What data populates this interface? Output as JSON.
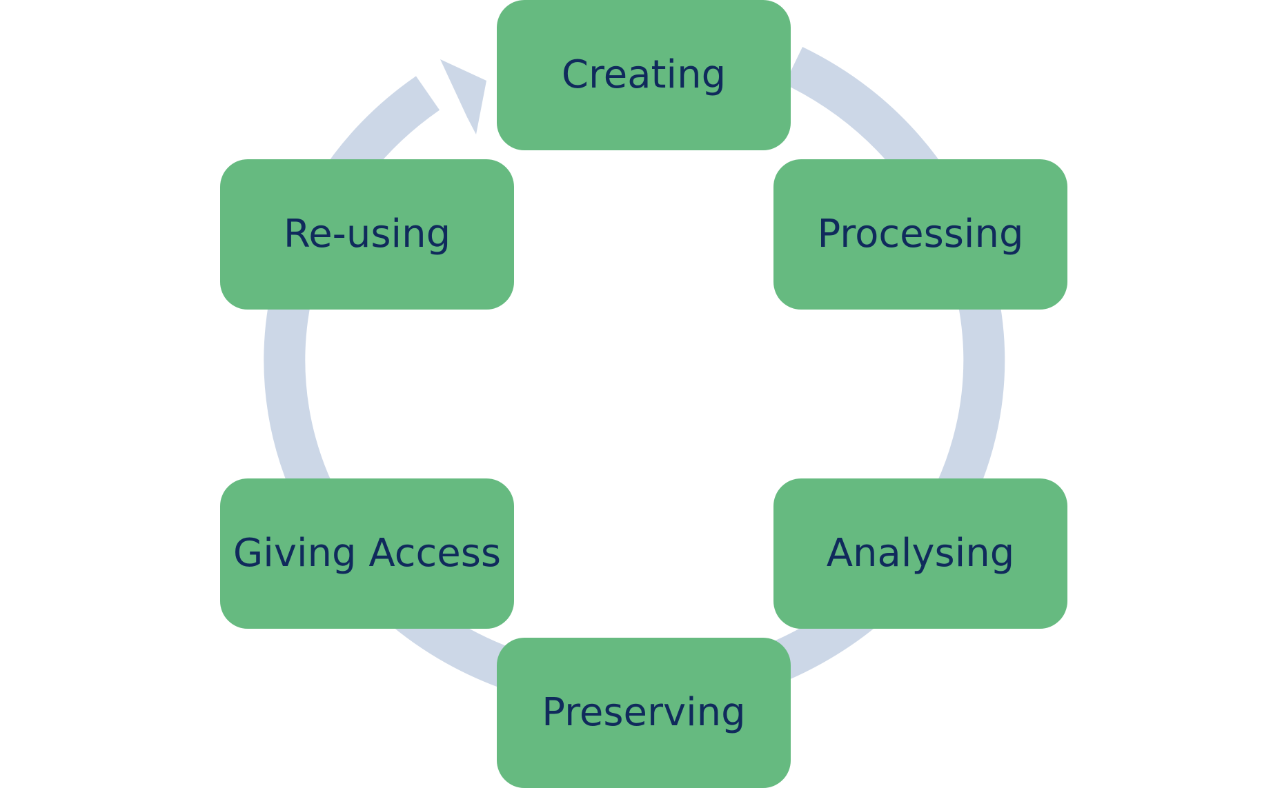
{
  "diagram": {
    "type": "cycle",
    "stages": [
      {
        "label": "Creating"
      },
      {
        "label": "Processing"
      },
      {
        "label": "Analysing"
      },
      {
        "label": "Preserving"
      },
      {
        "label": "Giving Access"
      },
      {
        "label": "Re-using"
      }
    ],
    "colors": {
      "stage_fill": "#66ba80",
      "stage_text": "#102a5c",
      "cycle_arrow": "#ccd7e7",
      "background": "#ffffff"
    }
  }
}
